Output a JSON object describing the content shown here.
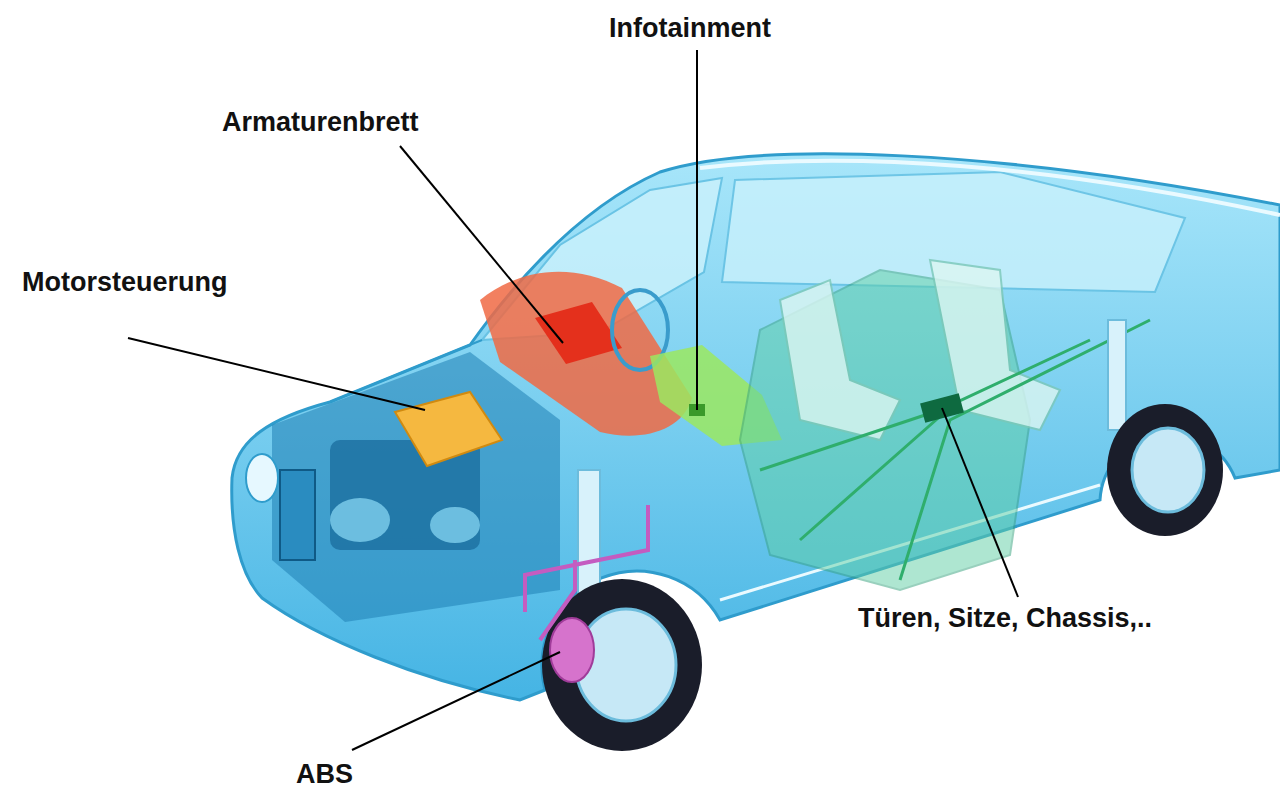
{
  "diagram": {
    "labels": [
      "Infotainment",
      "Armaturenbrett",
      "Motorsteuerung",
      "Türen, Sitze, Chassis,..",
      "ABS"
    ]
  }
}
